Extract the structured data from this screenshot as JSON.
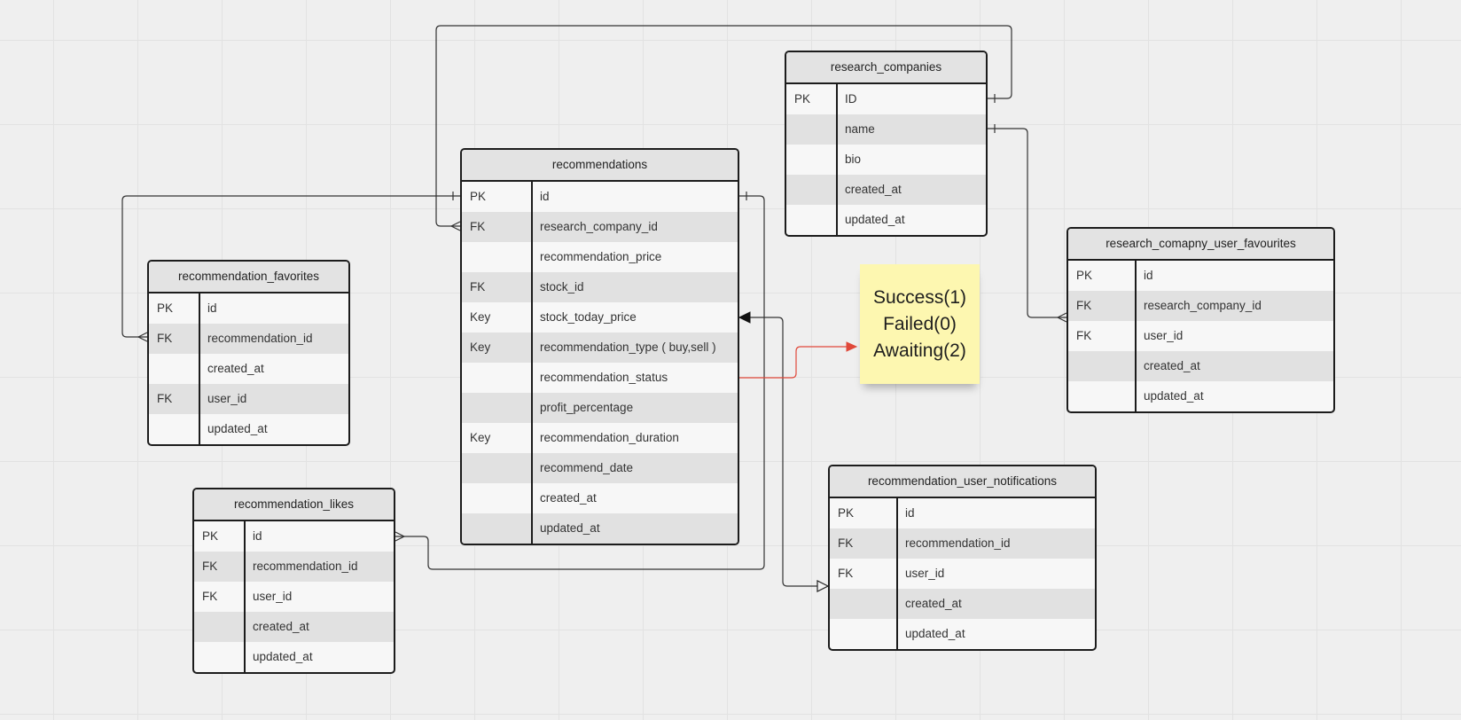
{
  "entities": [
    {
      "id": "research_companies",
      "title": "research_companies",
      "rows": [
        {
          "key": "PK",
          "field": "ID"
        },
        {
          "key": "",
          "field": "name"
        },
        {
          "key": "",
          "field": "bio"
        },
        {
          "key": "",
          "field": "created_at"
        },
        {
          "key": "",
          "field": "updated_at"
        }
      ]
    },
    {
      "id": "recommendations",
      "title": "recommendations",
      "rows": [
        {
          "key": "PK",
          "field": "id"
        },
        {
          "key": "FK",
          "field": "research_company_id"
        },
        {
          "key": "",
          "field": "recommendation_price"
        },
        {
          "key": "FK",
          "field": "stock_id"
        },
        {
          "key": "Key",
          "field": "stock_today_price"
        },
        {
          "key": "Key",
          "field": "recommendation_type ( buy,sell )"
        },
        {
          "key": "",
          "field": "recommendation_status"
        },
        {
          "key": "",
          "field": "profit_percentage"
        },
        {
          "key": "Key",
          "field": "recommendation_duration"
        },
        {
          "key": "",
          "field": "recommend_date"
        },
        {
          "key": "",
          "field": "created_at"
        },
        {
          "key": "",
          "field": "updated_at"
        }
      ]
    },
    {
      "id": "recommendation_favorites",
      "title": "recommendation_favorites",
      "rows": [
        {
          "key": "PK",
          "field": "id"
        },
        {
          "key": "FK",
          "field": "recommendation_id"
        },
        {
          "key": "",
          "field": "created_at"
        },
        {
          "key": "FK",
          "field": "user_id"
        },
        {
          "key": "",
          "field": "updated_at"
        }
      ]
    },
    {
      "id": "research_comapny_user_favourites",
      "title": "research_comapny_user_favourites",
      "rows": [
        {
          "key": "PK",
          "field": "id"
        },
        {
          "key": "FK",
          "field": "research_company_id"
        },
        {
          "key": "FK",
          "field": "user_id"
        },
        {
          "key": "",
          "field": "created_at"
        },
        {
          "key": "",
          "field": "updated_at"
        }
      ]
    },
    {
      "id": "recommendation_user_notifications",
      "title": "recommendation_user_notifications",
      "rows": [
        {
          "key": "PK",
          "field": "id"
        },
        {
          "key": "FK",
          "field": "recommendation_id"
        },
        {
          "key": "FK",
          "field": "user_id"
        },
        {
          "key": "",
          "field": "created_at"
        },
        {
          "key": "",
          "field": "updated_at"
        }
      ]
    },
    {
      "id": "recommendation_likes",
      "title": "recommendation_likes",
      "rows": [
        {
          "key": "PK",
          "field": "id"
        },
        {
          "key": "FK",
          "field": "recommendation_id"
        },
        {
          "key": "FK",
          "field": "user_id"
        },
        {
          "key": "",
          "field": "created_at"
        },
        {
          "key": "",
          "field": "updated_at"
        }
      ]
    }
  ],
  "sticky_note": {
    "lines": [
      "Success(1)",
      "Failed(0)",
      "Awaiting(2)"
    ]
  },
  "colors": {
    "connector": "#333333",
    "status_connector": "#e0483a",
    "note_background": "#fdf7b0"
  }
}
